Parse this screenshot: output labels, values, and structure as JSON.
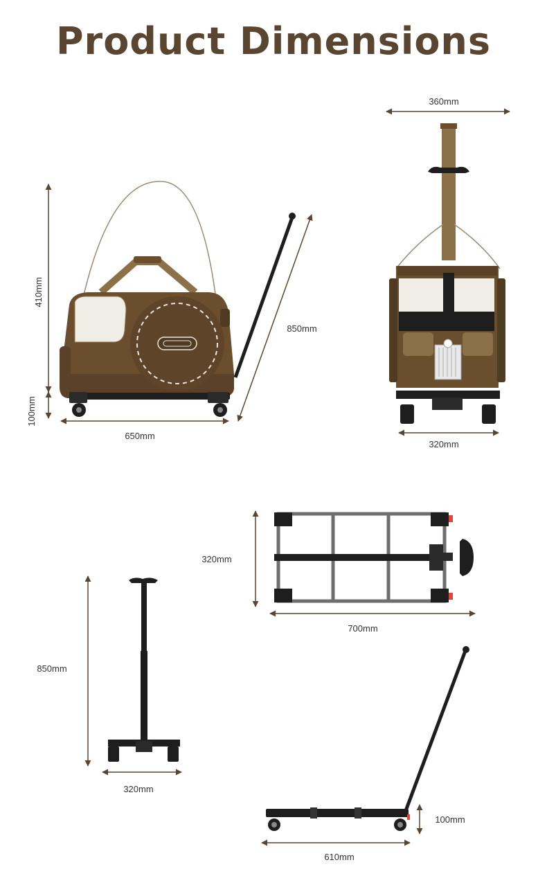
{
  "title": "Product Dimensions",
  "colors": {
    "title": "#5a4530",
    "arrow": "#5a4530",
    "bag_body": "#6b4e2e",
    "bag_dark": "#4f3a22",
    "tan": "#8c7048",
    "frame": "#1e1e1e",
    "frame_grey": "#6e6e6e",
    "accent_red": "#e0443a"
  },
  "dimensions": {
    "side_height": "410mm",
    "side_wheel_height": "100mm",
    "side_length": "650mm",
    "handle_length": "850mm",
    "front_top_width": "360mm",
    "front_base_width": "320mm",
    "top_frame_width": "320mm",
    "top_frame_length": "700mm",
    "rod_height": "850mm",
    "rod_base_width": "320mm",
    "cart_wheel_height": "100mm",
    "cart_length": "610mm"
  }
}
